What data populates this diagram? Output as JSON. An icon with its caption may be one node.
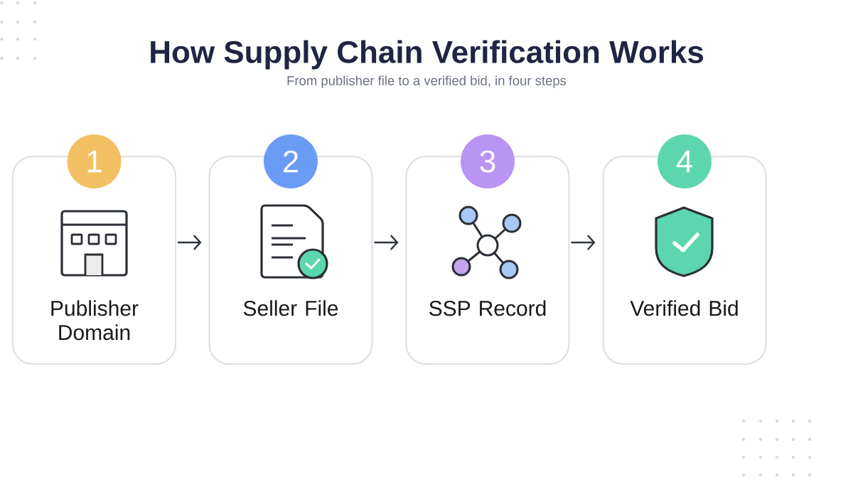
{
  "diagram": {
    "title": "How Supply Chain Verification Works",
    "nodes": [
      {
        "text": [
          "1",
          "Publisher Domain"
        ]
      },
      {
        "text": [
          "2",
          "Seller File"
        ]
      },
      {
        "text": [
          "3",
          "SSP Record"
        ]
      },
      {
        "text": [
          "4",
          "Verified Bid"
        ]
      }
    ],
    "edges": [
      {
        "from": 0,
        "to": 1,
        "arrow": "to"
      },
      {
        "from": 1,
        "to": 2,
        "arrow": "to"
      },
      {
        "from": 2,
        "to": 3,
        "arrow": "to"
      }
    ],
    "labels": [
      "From publisher file to a verified bid, in four steps"
    ]
  }
}
